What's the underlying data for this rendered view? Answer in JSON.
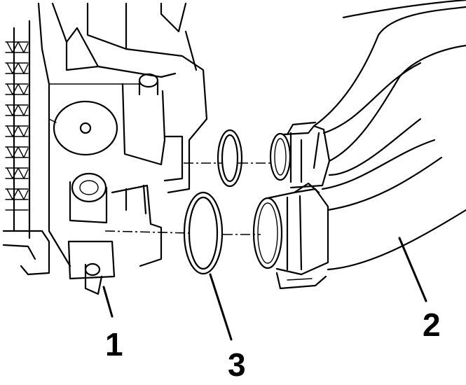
{
  "callouts": {
    "label_1": "1",
    "label_2": "2",
    "label_3": "3"
  },
  "colors": {
    "ink": "#000000",
    "paper": "#ffffff"
  }
}
